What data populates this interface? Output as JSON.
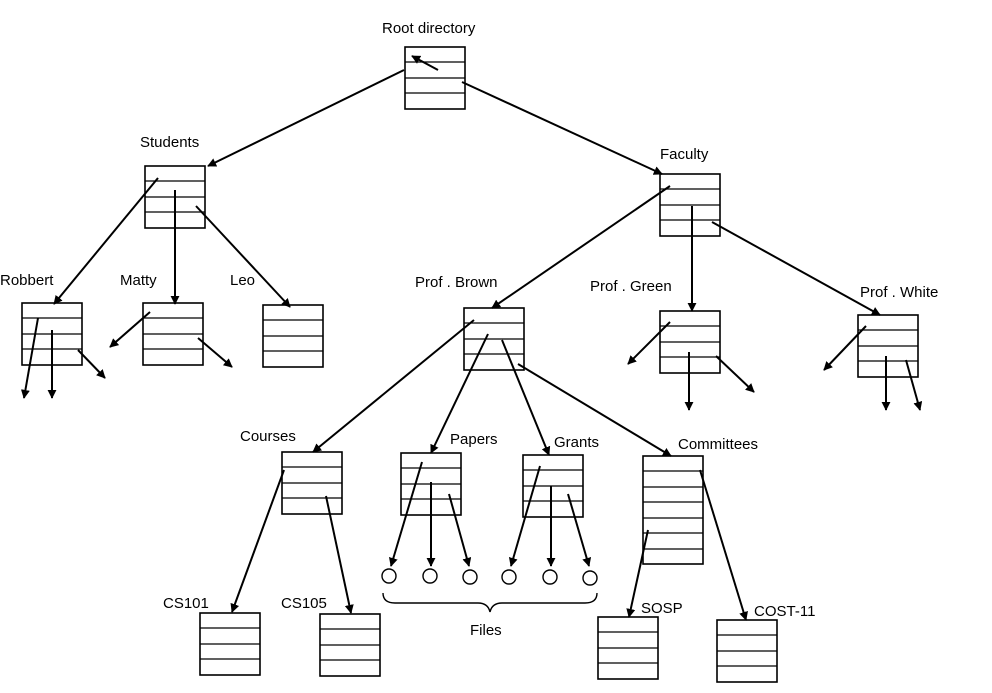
{
  "labels": {
    "root": "Root directory",
    "students": "Students",
    "faculty": "Faculty",
    "robbert": "Robbert",
    "matty": "Matty",
    "leo": "Leo",
    "prof_brown": "Prof . Brown",
    "prof_green": "Prof . Green",
    "prof_white": "Prof . White",
    "courses": "Courses",
    "papers": "Papers",
    "grants": "Grants",
    "committees": "Committees",
    "cs101": "CS101",
    "cs105": "CS105",
    "sosp": "SOSP",
    "cost11": "COST-11",
    "files": "Files"
  }
}
